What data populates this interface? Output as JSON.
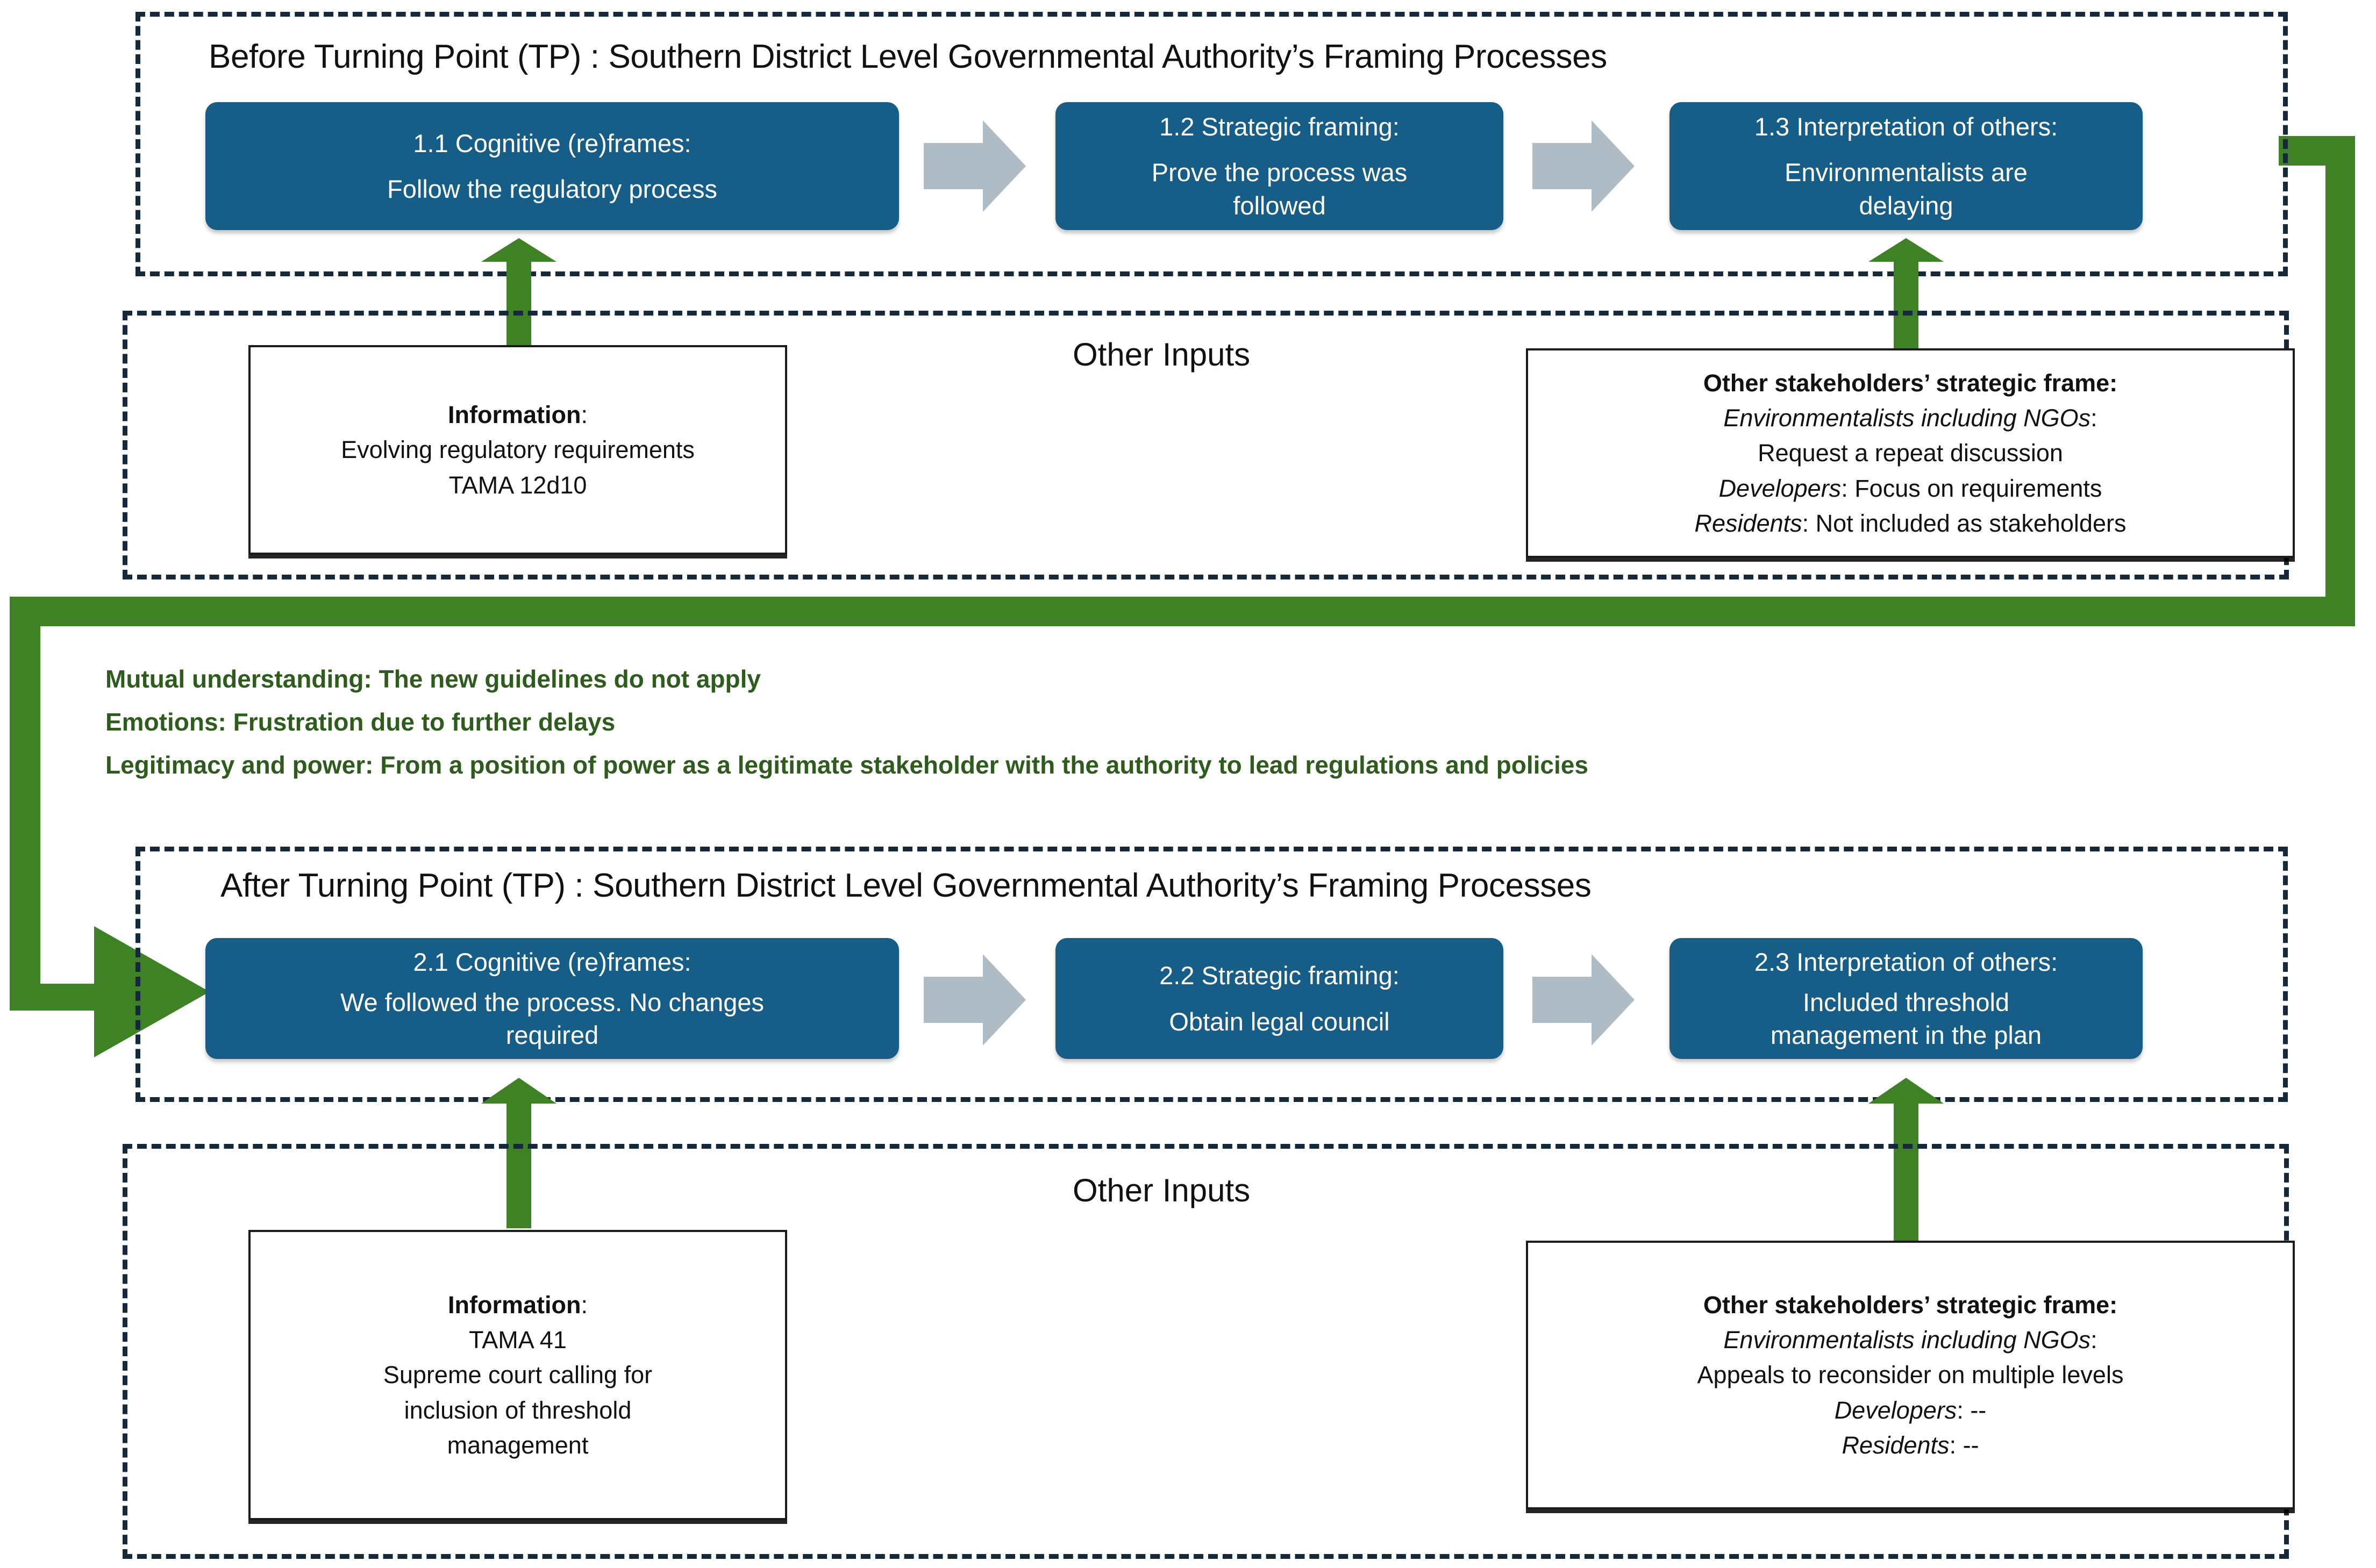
{
  "colors": {
    "process_blue": "#165d88",
    "arrow_gray": "#afbcc6",
    "loop_green": "#3f8226",
    "dashed_navy": "#15293a",
    "green_text": "#2d5c1d"
  },
  "before": {
    "title": "Before Turning Point (TP) : Southern District Level Governmental Authority’s Framing Processes",
    "steps": [
      {
        "heading": "1.1 Cognitive (re)frames:",
        "body": "Follow the regulatory process"
      },
      {
        "heading": "1.2 Strategic framing:",
        "body_line1": "Prove the process was",
        "body_line2": "followed"
      },
      {
        "heading": "1.3 Interpretation of others:",
        "body_line1": "Environmentalists are",
        "body_line2": "delaying"
      }
    ],
    "inputs_title": "Other Inputs",
    "information": {
      "heading": "Information",
      "heading_colon": ":",
      "line1": "Evolving regulatory requirements",
      "line2": "TAMA 12d10"
    },
    "stakeholders": {
      "heading": "Other stakeholders’ strategic frame:",
      "env_label": "Environmentalists including NGOs",
      "env_colon": ":",
      "env_value": "Request a repeat discussion",
      "dev_label": "Developers",
      "dev_value": ":  Focus on requirements",
      "res_label": "Residents",
      "res_value": ": Not included as stakeholders"
    }
  },
  "middle": {
    "line1_label": "Mutual understanding:",
    "line1_text": " The new guidelines do not apply",
    "line2_label": "Emotions:",
    "line2_text": " Frustration due to further delays",
    "line3_label": "Legitimacy and power:",
    "line3_text": " From a position of power as a legitimate stakeholder with the authority to lead regulations and policies"
  },
  "after": {
    "title": "After Turning Point (TP) : Southern District Level Governmental Authority’s Framing Processes",
    "steps": [
      {
        "heading": "2.1 Cognitive (re)frames:",
        "body_line1": "We followed the process. No changes",
        "body_line2": "required"
      },
      {
        "heading": "2.2 Strategic framing:",
        "body": "Obtain legal council"
      },
      {
        "heading": "2.3 Interpretation of others:",
        "body_line1": "Included threshold",
        "body_line2": "management in the plan"
      }
    ],
    "inputs_title": "Other Inputs",
    "information": {
      "heading": "Information",
      "heading_colon": ":",
      "line1": "TAMA 41",
      "line2": "Supreme court calling for",
      "line3": "inclusion of threshold",
      "line4": "management"
    },
    "stakeholders": {
      "heading": "Other stakeholders’ strategic frame:",
      "env_label": "Environmentalists including NGOs",
      "env_colon": ":",
      "env_value": "Appeals to  reconsider  on multiple levels",
      "dev_label": "Developers",
      "dev_value": ":  --",
      "res_label": "Residents",
      "res_value": ": --"
    }
  }
}
